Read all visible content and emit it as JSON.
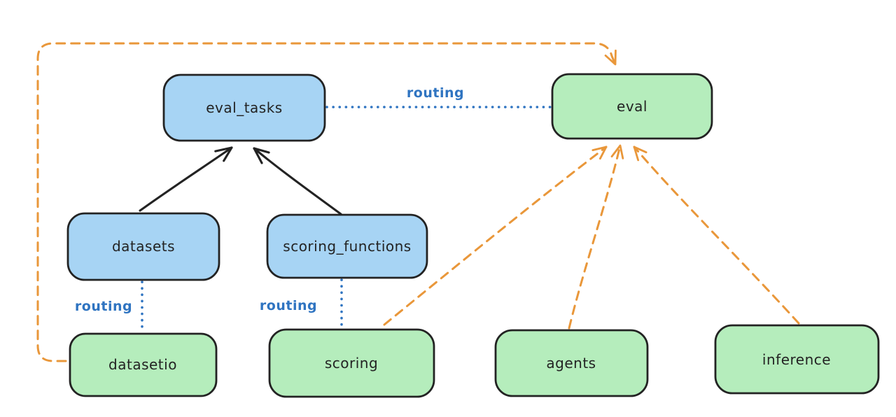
{
  "diagram": {
    "type": "architecture-graph",
    "nodes": {
      "eval_tasks": {
        "label": "eval_tasks",
        "fill": "#a7d4f4"
      },
      "eval": {
        "label": "eval",
        "fill": "#b5edbc"
      },
      "datasets": {
        "label": "datasets",
        "fill": "#a7d4f4"
      },
      "scoring_functions": {
        "label": "scoring_functions",
        "fill": "#a7d4f4"
      },
      "datasetio": {
        "label": "datasetio",
        "fill": "#b5edbc"
      },
      "scoring": {
        "label": "scoring",
        "fill": "#b5edbc"
      },
      "agents": {
        "label": "agents",
        "fill": "#b5edbc"
      },
      "inference": {
        "label": "inference",
        "fill": "#b5edbc"
      }
    },
    "edges": {
      "routing_eval_tasks_eval": {
        "label": "routing",
        "style": "dotted-blue",
        "from": "eval_tasks",
        "to": "eval"
      },
      "routing_datasets_datasetio": {
        "label": "routing",
        "style": "dotted-blue",
        "from": "datasets",
        "to": "datasetio"
      },
      "routing_scoring_fns_scoring": {
        "label": "routing",
        "style": "dotted-blue",
        "from": "scoring_functions",
        "to": "scoring"
      },
      "datasets_to_eval_tasks": {
        "style": "solid-black-arrow",
        "from": "datasets",
        "to": "eval_tasks"
      },
      "scoring_functions_to_eval_tasks": {
        "style": "solid-black-arrow",
        "from": "scoring_functions",
        "to": "eval_tasks"
      },
      "scoring_to_eval": {
        "style": "dashed-orange-arrow",
        "from": "scoring",
        "to": "eval"
      },
      "agents_to_eval": {
        "style": "dashed-orange-arrow",
        "from": "agents",
        "to": "eval"
      },
      "inference_to_eval": {
        "style": "dashed-orange-arrow",
        "from": "inference",
        "to": "eval"
      },
      "datasetio_to_eval": {
        "style": "dashed-orange-arrow",
        "from": "datasetio",
        "to": "eval",
        "route": "around-left-and-top"
      }
    },
    "colors": {
      "node_blue": "#a7d4f4",
      "node_green": "#b5edbc",
      "stroke_dark": "#232323",
      "routing_blue": "#2f74c1",
      "arrow_orange": "#e9973a",
      "background": "#ffffff"
    }
  }
}
